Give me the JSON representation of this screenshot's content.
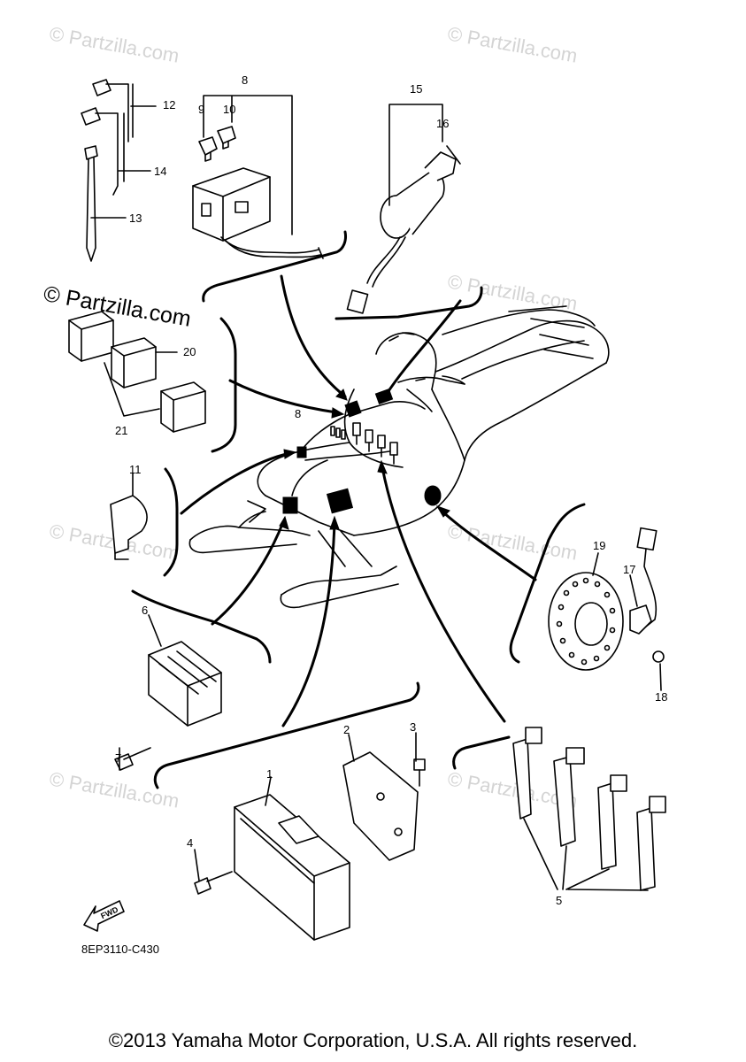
{
  "watermark": {
    "text": "© Partzilla.com"
  },
  "diagram_code": "8EP3110-C430",
  "fwd_label": "FWD",
  "copyright": "©2013 Yamaha Motor Corporation, U.S.A. All rights reserved.",
  "callouts": [
    "1",
    "2",
    "3",
    "4",
    "5",
    "6",
    "7",
    "8",
    "8",
    "9",
    "10",
    "11",
    "12",
    "13",
    "14",
    "15",
    "16",
    "17",
    "18",
    "19",
    "20",
    "21"
  ]
}
